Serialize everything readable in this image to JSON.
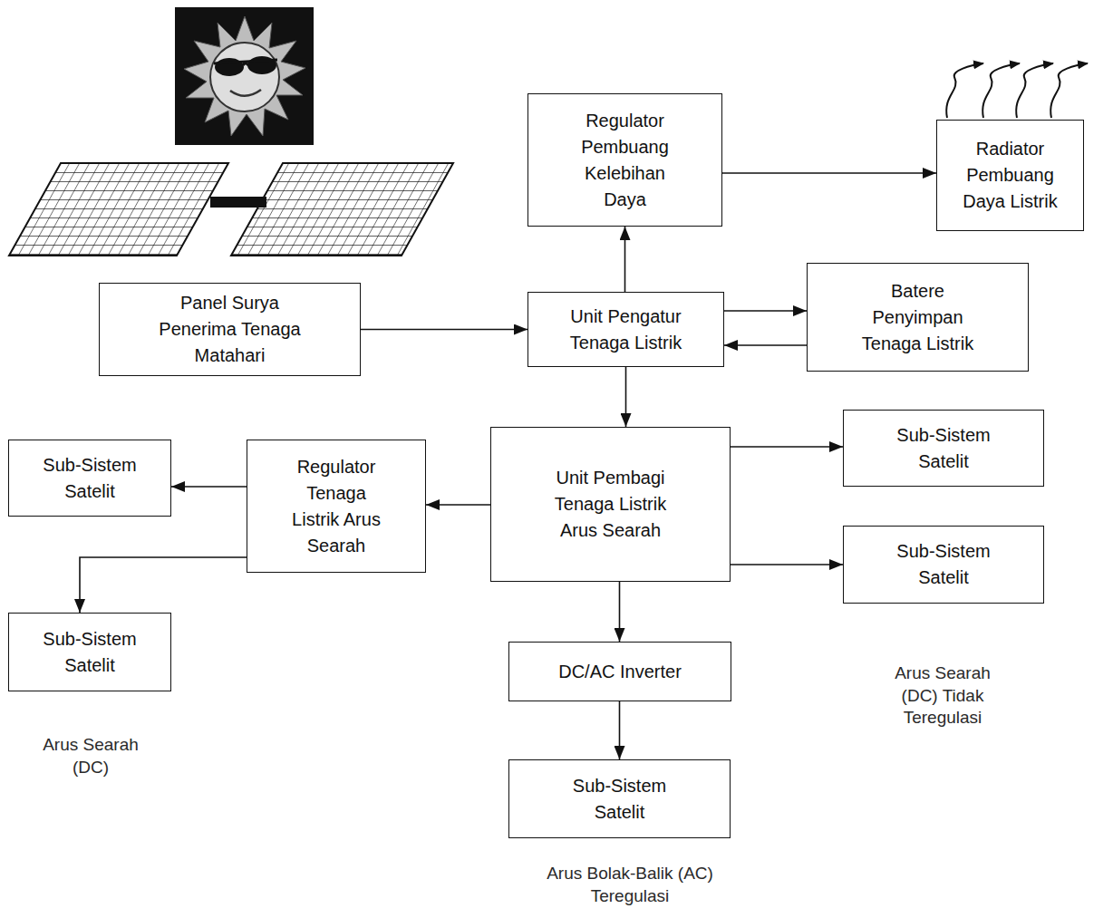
{
  "diagram": {
    "nodes": [
      {
        "text": [
          "Regulator Pembuang Kelebihan Daya"
        ]
      },
      {
        "text": [
          "Radiator Pembuang Daya Listrik"
        ]
      },
      {
        "text": [
          "Panel Surya Penerima Tenaga Matahari"
        ]
      },
      {
        "text": [
          "Unit Pengatur Tenaga Listrik"
        ]
      },
      {
        "text": [
          "Batere Penyimpan Tenaga Listrik"
        ]
      },
      {
        "text": [
          "Sub-Sistem Satelit"
        ]
      },
      {
        "text": [
          "Regulator Tenaga Listrik Arus Searah"
        ]
      },
      {
        "text": [
          "Unit Pembagi Tenaga Listrik Arus Searah"
        ]
      },
      {
        "text": [
          "Sub-Sistem Satelit"
        ]
      },
      {
        "text": [
          "Sub-Sistem Satelit"
        ]
      },
      {
        "text": [
          "Sub-Sistem Satelit"
        ]
      },
      {
        "text": [
          "DC/AC Inverter"
        ]
      },
      {
        "text": [
          "Sub-Sistem Satelit"
        ]
      }
    ],
    "edges": [
      {
        "from": 2,
        "to": 3,
        "arrow": "to"
      },
      {
        "from": 3,
        "to": 0,
        "arrow": "to"
      },
      {
        "from": 0,
        "to": 1,
        "arrow": "to"
      },
      {
        "from": 3,
        "to": 4,
        "arrow": "to"
      },
      {
        "from": 4,
        "to": 3,
        "arrow": "to"
      },
      {
        "from": 3,
        "to": 7,
        "arrow": "to"
      },
      {
        "from": 7,
        "to": 6,
        "arrow": "to"
      },
      {
        "from": 6,
        "to": 5,
        "arrow": "to"
      },
      {
        "from": 6,
        "to": 10,
        "arrow": "to"
      },
      {
        "from": 7,
        "to": 8,
        "arrow": "to"
      },
      {
        "from": 7,
        "to": 9,
        "arrow": "to"
      },
      {
        "from": 7,
        "to": 11,
        "arrow": "to"
      },
      {
        "from": 11,
        "to": 12,
        "arrow": "to"
      }
    ],
    "labels": [
      "Arus Searah (DC)",
      "Arus Searah (DC) Tidak Teregulasi",
      "Arus Bolak-Balik (AC) Teregulasi"
    ]
  }
}
